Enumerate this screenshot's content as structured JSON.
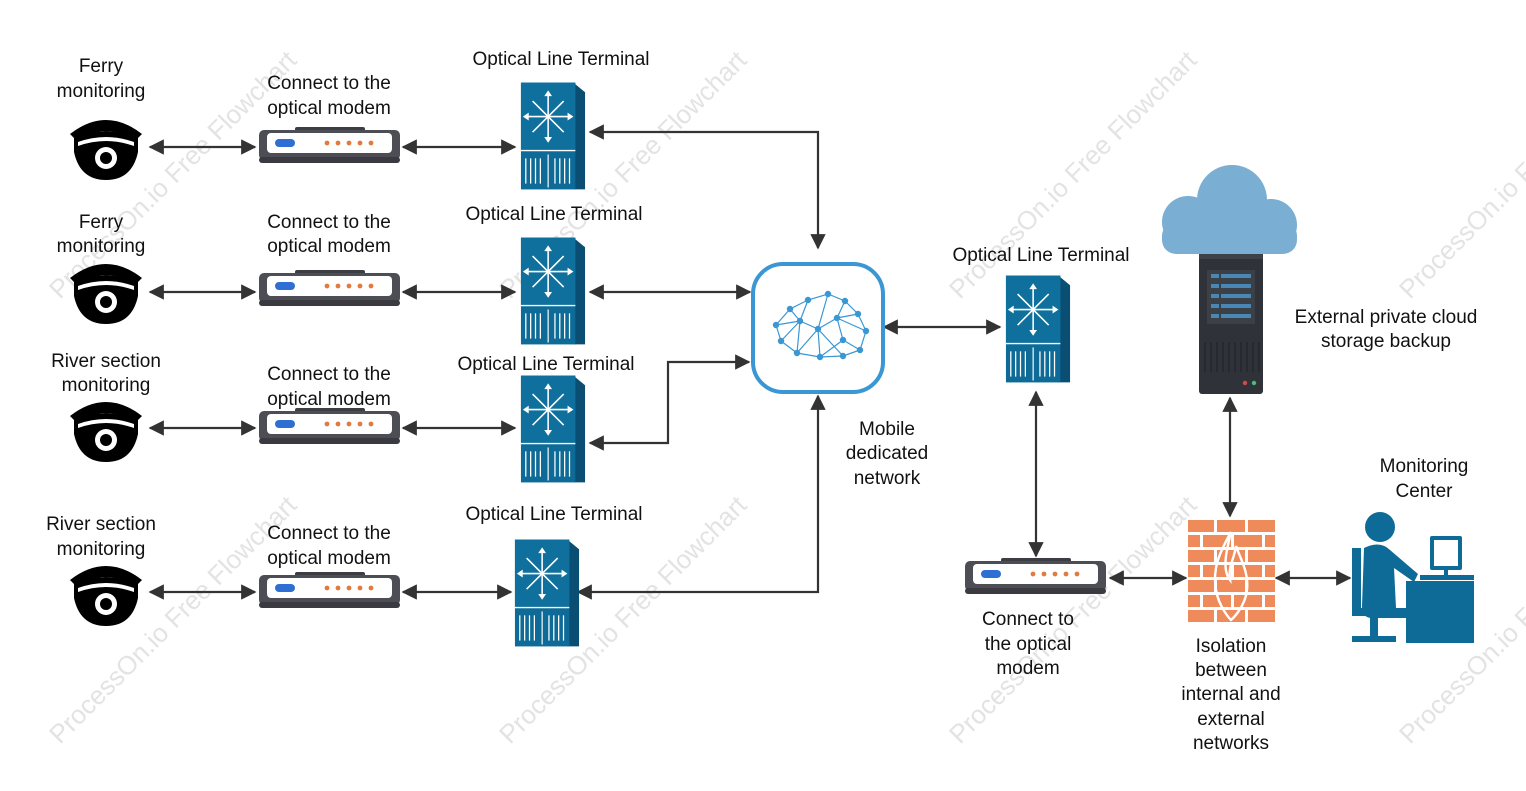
{
  "cameras": [
    {
      "label_lines": [
        "Ferry",
        "monitoring"
      ]
    },
    {
      "label_lines": [
        "Ferry",
        "monitoring"
      ]
    },
    {
      "label_lines": [
        "River section",
        "monitoring"
      ]
    },
    {
      "label_lines": [
        "River section",
        "monitoring"
      ]
    }
  ],
  "modems": [
    {
      "label_lines": [
        "Connect to the",
        "optical modem"
      ]
    },
    {
      "label_lines": [
        "Connect to the",
        "optical modem"
      ]
    },
    {
      "label_lines": [
        "Connect to the",
        "optical modem"
      ]
    },
    {
      "label_lines": [
        "Connect to the",
        "optical modem"
      ]
    }
  ],
  "olts": [
    {
      "label": "Optical Line Terminal"
    },
    {
      "label": "Optical Line Terminal"
    },
    {
      "label": "Optical Line Terminal"
    },
    {
      "label": "Optical Line Terminal"
    }
  ],
  "network": {
    "label_lines": [
      "Mobile",
      "dedicated",
      "network"
    ]
  },
  "right_olt": {
    "label": "Optical Line Terminal"
  },
  "right_modem": {
    "label_lines": [
      "Connect to",
      "the optical",
      "modem"
    ]
  },
  "cloud": {
    "label_lines": [
      "External private cloud",
      "storage backup"
    ]
  },
  "firewall": {
    "label_lines": [
      "Isolation",
      "between",
      "internal and",
      "external",
      "networks"
    ]
  },
  "monitor": {
    "label_lines": [
      "Monitoring",
      "Center"
    ]
  },
  "watermark": "ProcessOn.io Free Flowchart",
  "colors": {
    "device_blue": "#0e6a96",
    "network_blue": "#3a97d4",
    "modem_body": "#4d4d55",
    "firewall_orange": "#ef8b5a",
    "cloud_blue": "#7aaed2",
    "server_dark": "#2f3238",
    "arrow": "#333333"
  }
}
